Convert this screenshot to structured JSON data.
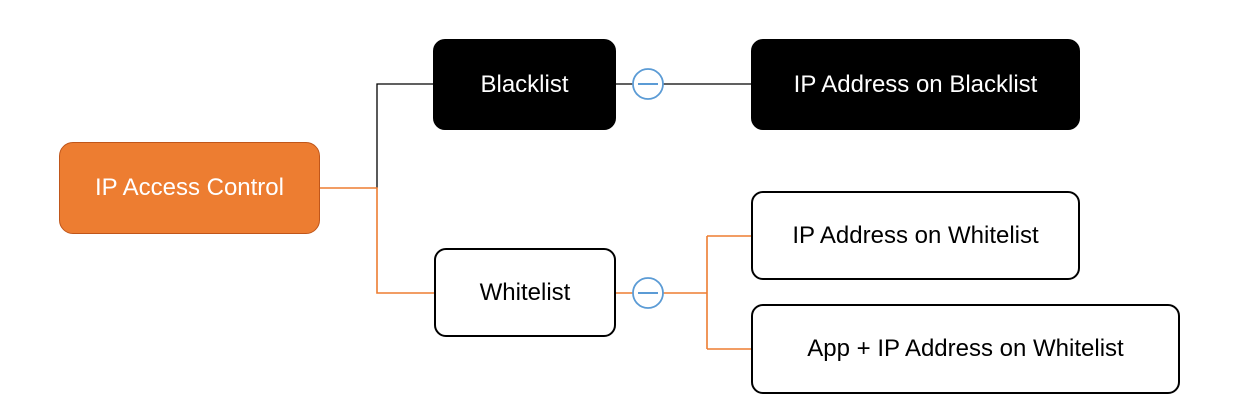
{
  "diagram": {
    "root": {
      "label": "IP Access Control",
      "color": "#ED7D31"
    },
    "blacklist": {
      "label": "Blacklist",
      "children": [
        "IP Address on Blacklist"
      ]
    },
    "whitelist": {
      "label": "Whitelist",
      "children": [
        "IP Address on Whitelist",
        "App + IP Address on Whitelist"
      ]
    },
    "colors": {
      "orange": "#ED7D31",
      "black": "#000000",
      "collapse_circle": "#5B9BD5"
    },
    "collapse_symbol": "minus-circle-icon"
  }
}
